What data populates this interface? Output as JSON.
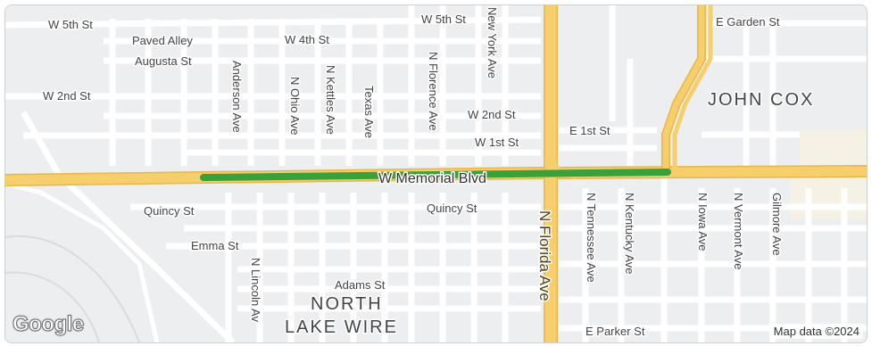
{
  "map": {
    "streets_horizontal": [
      {
        "id": "w-5th-st-west",
        "label": "W 5th St"
      },
      {
        "id": "w-5th-st-east",
        "label": "W 5th St"
      },
      {
        "id": "e-garden-st",
        "label": "E Garden St"
      },
      {
        "id": "paved-alley",
        "label": "Paved Alley"
      },
      {
        "id": "w-4th-st",
        "label": "W 4th St"
      },
      {
        "id": "augusta-st",
        "label": "Augusta St"
      },
      {
        "id": "w-2nd-st-west",
        "label": "W 2nd St"
      },
      {
        "id": "w-2nd-st-east",
        "label": "W 2nd St"
      },
      {
        "id": "w-1st-st",
        "label": "W 1st St"
      },
      {
        "id": "e-1st-st",
        "label": "E 1st St"
      },
      {
        "id": "quincy-st-west",
        "label": "Quincy St"
      },
      {
        "id": "quincy-st-east",
        "label": "Quincy St"
      },
      {
        "id": "emma-st",
        "label": "Emma St"
      },
      {
        "id": "adams-st",
        "label": "Adams St"
      },
      {
        "id": "e-parker-st",
        "label": "E Parker St"
      }
    ],
    "streets_vertical": [
      {
        "id": "anderson-ave",
        "label": "Anderson Ave"
      },
      {
        "id": "n-ohio-ave",
        "label": "N Ohio Ave"
      },
      {
        "id": "n-kettles-ave",
        "label": "N Kettles Ave"
      },
      {
        "id": "texas-ave",
        "label": "Texas Ave"
      },
      {
        "id": "n-florence-ave",
        "label": "N Florence Ave"
      },
      {
        "id": "new-york-ave",
        "label": "New York Ave"
      },
      {
        "id": "n-tennessee-ave",
        "label": "N Tennessee Ave"
      },
      {
        "id": "n-kentucky-ave",
        "label": "N Kentucky Ave"
      },
      {
        "id": "n-iowa-ave",
        "label": "N Iowa Ave"
      },
      {
        "id": "n-vermont-ave",
        "label": "N Vermont Ave"
      },
      {
        "id": "gilmore-ave",
        "label": "Gilmore Ave"
      },
      {
        "id": "n-lincoln-ave",
        "label": "N Lincoln Av"
      }
    ],
    "major_roads": {
      "memorial": "W Memorial Blvd",
      "florida": "N Florida Ave"
    },
    "areas": {
      "john_cox": "JOHN COX",
      "north_1": "NORTH",
      "north_2": "LAKE WIRE"
    },
    "colors": {
      "background": "#eceef0",
      "minor_road": "#ffffff",
      "major_road": "#f6cf6c",
      "major_road_edge": "#e9b649",
      "route_highlight": "#3aa03a",
      "label": "#444444"
    },
    "google_logo": "Google",
    "attribution": "Map data ©2024"
  }
}
